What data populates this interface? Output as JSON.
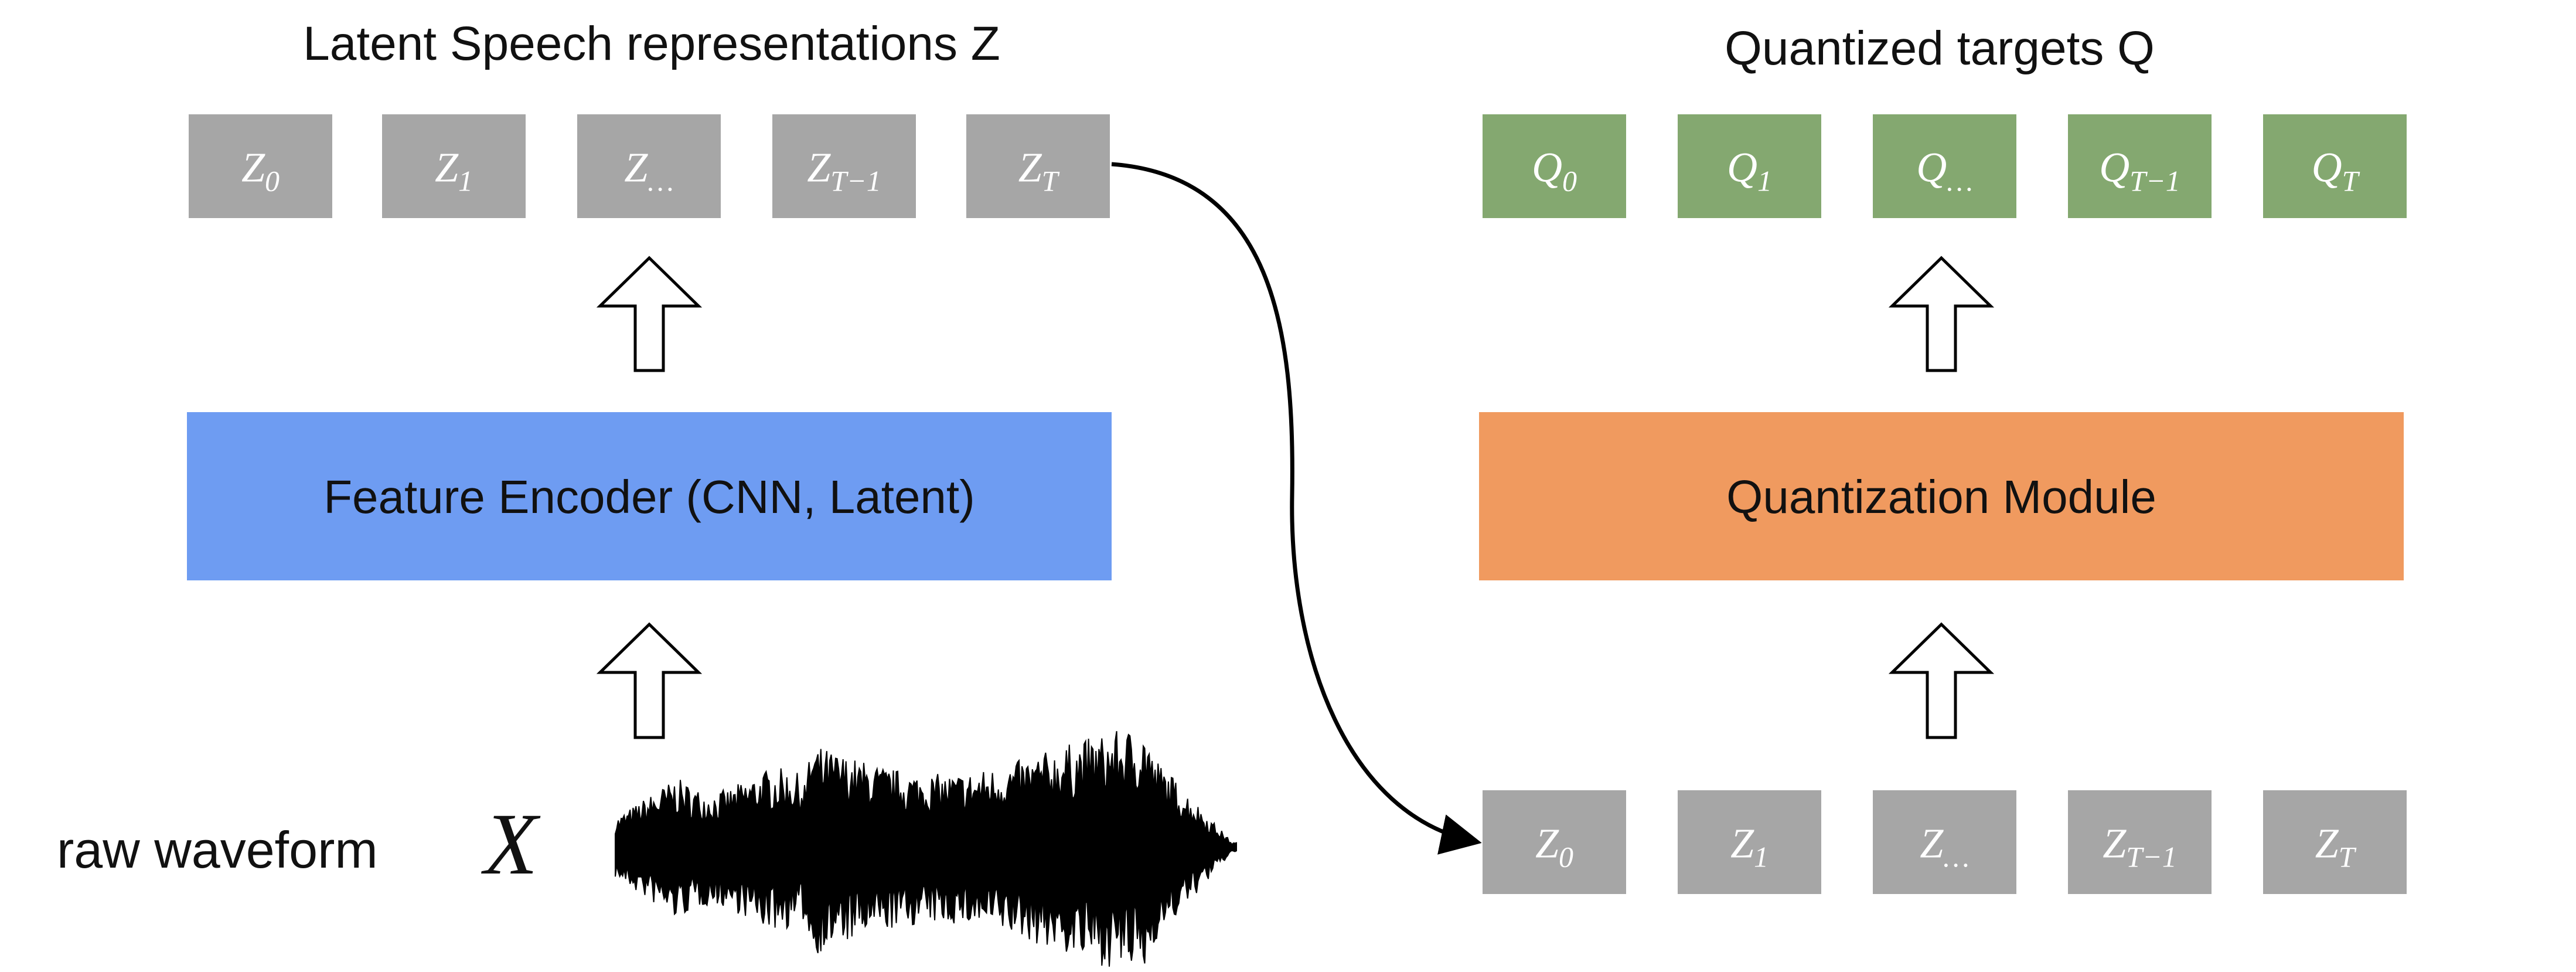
{
  "colors": {
    "latent_token": "#a6a6a6",
    "quantized_token": "#84a870",
    "feature_encoder": "#6e9cf2",
    "quantization_module": "#f09a5f",
    "text": "#111111",
    "waveform": "#000000"
  },
  "left": {
    "title": "Latent Speech representations Z",
    "tokens": [
      {
        "base": "Z",
        "sub": "0"
      },
      {
        "base": "Z",
        "sub": "1"
      },
      {
        "base": "Z",
        "sub": "…"
      },
      {
        "base": "Z",
        "sub": "T−1"
      },
      {
        "base": "Z",
        "sub": "T"
      }
    ],
    "encoder_label": "Feature Encoder (CNN, Latent)",
    "raw_label": "raw waveform",
    "input_symbol": "X"
  },
  "right": {
    "title": "Quantized targets Q",
    "targets": [
      {
        "base": "Q",
        "sub": "0"
      },
      {
        "base": "Q",
        "sub": "1"
      },
      {
        "base": "Q",
        "sub": "…"
      },
      {
        "base": "Q",
        "sub": "T−1"
      },
      {
        "base": "Q",
        "sub": "T"
      }
    ],
    "module_label": "Quantization Module",
    "inputs": [
      {
        "base": "Z",
        "sub": "0"
      },
      {
        "base": "Z",
        "sub": "1"
      },
      {
        "base": "Z",
        "sub": "…"
      },
      {
        "base": "Z",
        "sub": "T−1"
      },
      {
        "base": "Z",
        "sub": "T"
      }
    ]
  }
}
